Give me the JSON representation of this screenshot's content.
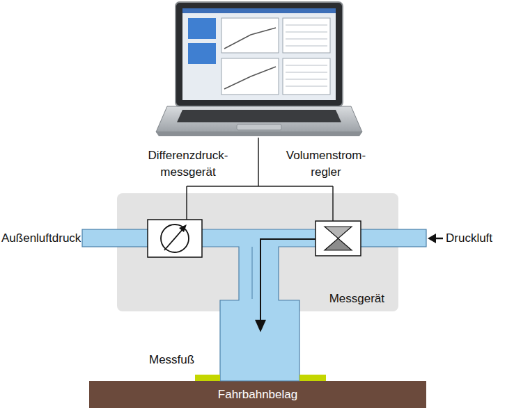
{
  "diagram": {
    "nodes": [
      {
        "text": [
          "Messgerät"
        ]
      },
      {
        "text": [
          "Fahrbahnbelag"
        ]
      }
    ],
    "labels": [
      "Differenzdruck- messgerät",
      "Volumenstrom- regler",
      "Außenluftdruck",
      "Druckluft",
      "Messfuß"
    ]
  }
}
